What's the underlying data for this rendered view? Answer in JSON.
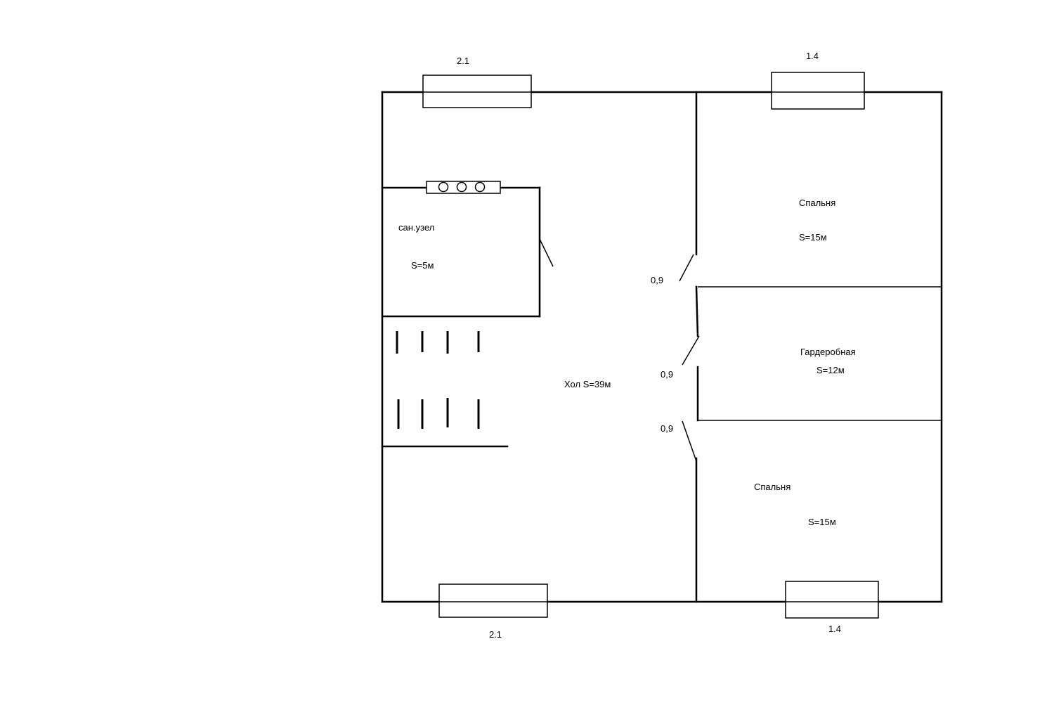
{
  "rooms": {
    "bathroom": {
      "name": "сан.узел",
      "area": "S=5м"
    },
    "hall": {
      "label": "Хол S=39м"
    },
    "bedroom_top": {
      "name": "Спальня",
      "area": "S=15м"
    },
    "wardrobe": {
      "name": "Гардеробная",
      "area": "S=12м"
    },
    "bedroom_bottom": {
      "name": "Спальня",
      "area": "S=15м"
    }
  },
  "windows": {
    "top_left": "2.1",
    "top_right": "1.4",
    "bottom_left": "2.1",
    "bottom_right": "1.4"
  },
  "doors": {
    "bedroom_top": "0,9",
    "wardrobe": "0,9",
    "bedroom_bottom": "0,9"
  }
}
